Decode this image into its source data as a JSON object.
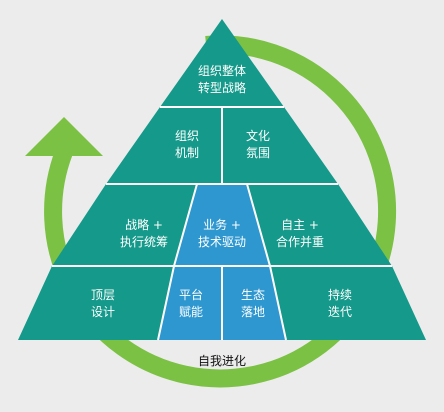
{
  "colors": {
    "background": "#ececec",
    "teal": "#14998a",
    "blue": "#2e97cf",
    "cycle_arrow": "#7bc143",
    "divider": "#ffffff",
    "text_light": "#ffffff",
    "text_dark": "#111111"
  },
  "icons": {
    "cycle_arrow": "circular-arrow-icon"
  },
  "pyramid": {
    "tier1": {
      "apex": {
        "line1": "组织整体",
        "line2": "转型战略"
      }
    },
    "tier2": {
      "left": {
        "line1": "组织",
        "line2": "机制"
      },
      "right": {
        "line1": "文化",
        "line2": "氛围"
      }
    },
    "tier3": {
      "left": {
        "line1": "战略 +",
        "line2": "执行统筹"
      },
      "center": {
        "line1": "业务 +",
        "line2": "技术驱动"
      },
      "right": {
        "line1": "自主 +",
        "line2": "合作并重"
      }
    },
    "tier4": {
      "far_left": {
        "line1": "顶层",
        "line2": "设计"
      },
      "left_center": {
        "line1": "平台",
        "line2": "赋能"
      },
      "right_center": {
        "line1": "生态",
        "line2": "落地"
      },
      "far_right": {
        "line1": "持续",
        "line2": "迭代"
      }
    }
  },
  "footer_label": "自我进化"
}
